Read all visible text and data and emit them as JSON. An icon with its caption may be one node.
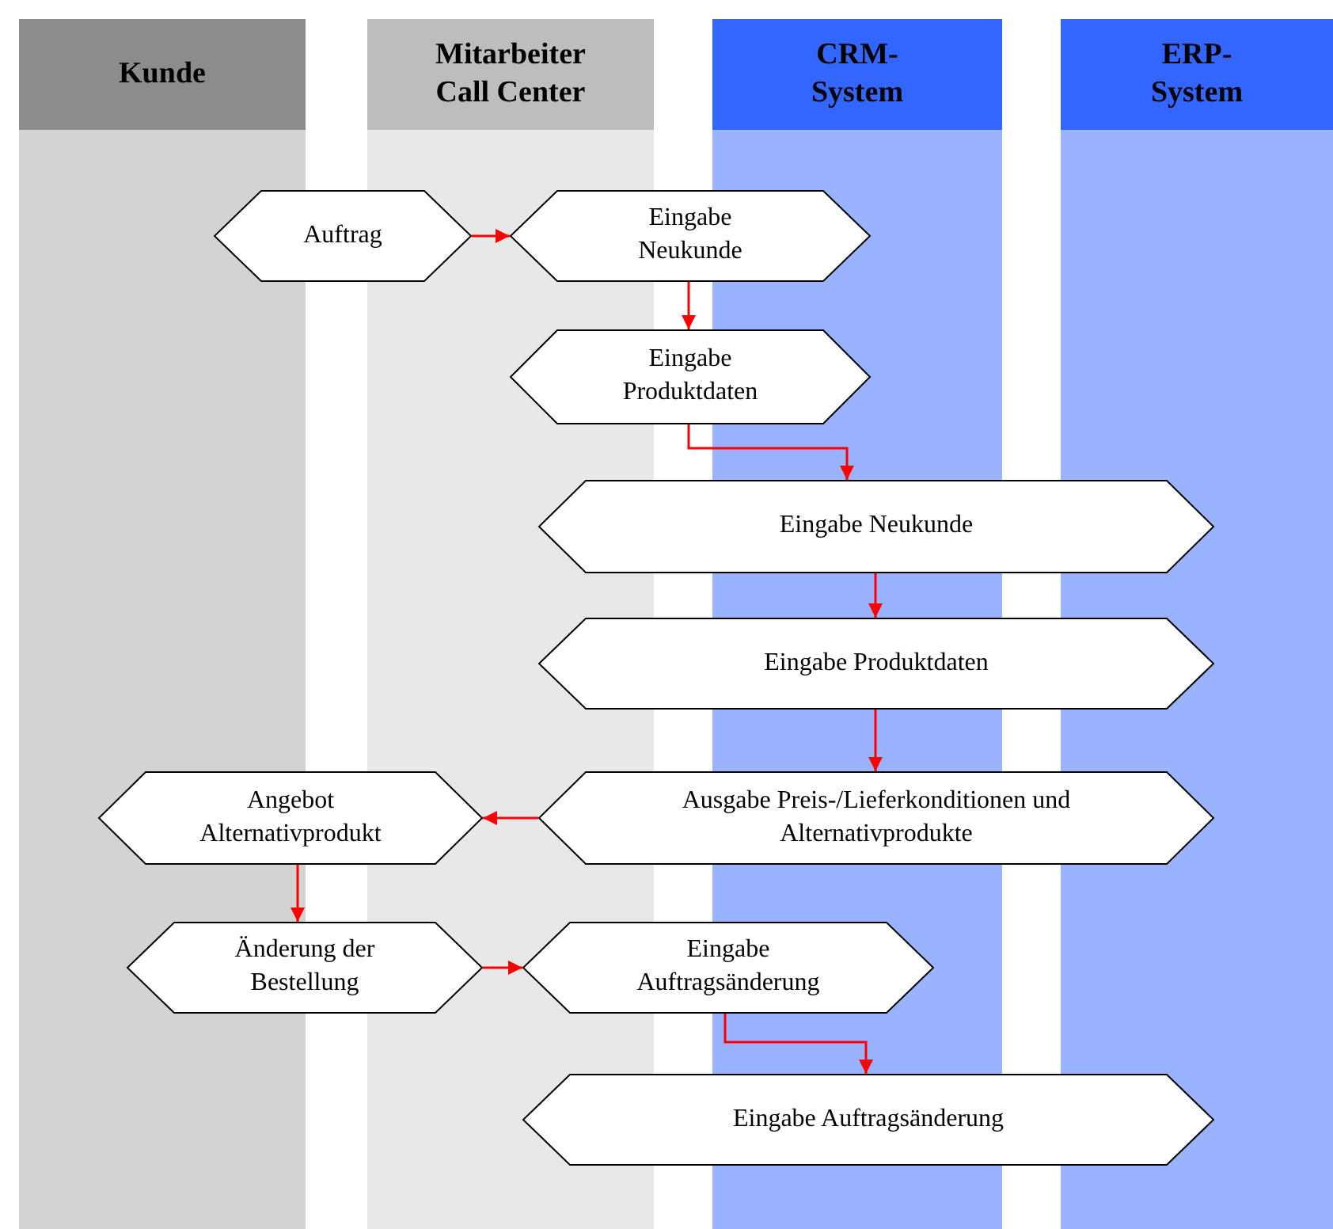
{
  "diagram": {
    "nodes": [
      {
        "text": [
          "Kunde"
        ]
      },
      {
        "text": [
          "Mitarbeiter Call Center"
        ]
      },
      {
        "text": [
          "CRM- System"
        ]
      },
      {
        "text": [
          "ERP- System"
        ]
      },
      {
        "text": [
          "Auftrag"
        ]
      },
      {
        "text": [
          "Eingabe Neukunde"
        ]
      },
      {
        "text": [
          "Eingabe Produktdaten"
        ]
      },
      {
        "text": [
          "Eingabe Neukunde"
        ]
      },
      {
        "text": [
          "Eingabe Produktdaten"
        ]
      },
      {
        "text": [
          "Ausgabe Preis-/Lieferkonditionen und Alternativprodukte"
        ]
      },
      {
        "text": [
          "Angebot Alternativprodukt"
        ]
      },
      {
        "text": [
          "Änderung der Bestellung"
        ]
      },
      {
        "text": [
          "Eingabe Auftragsänderung"
        ]
      },
      {
        "text": [
          "Eingabe Auftragsänderung"
        ]
      }
    ],
    "edges": [
      {
        "from": 4,
        "to": 5,
        "arrow": "to"
      },
      {
        "from": 5,
        "to": 6,
        "arrow": "to"
      },
      {
        "from": 6,
        "to": 7,
        "arrow": "to"
      },
      {
        "from": 7,
        "to": 8,
        "arrow": "to"
      },
      {
        "from": 8,
        "to": 9,
        "arrow": "to"
      },
      {
        "from": 9,
        "to": 10,
        "arrow": "to"
      },
      {
        "from": 10,
        "to": 11,
        "arrow": "to"
      },
      {
        "from": 11,
        "to": 12,
        "arrow": "to"
      },
      {
        "from": 12,
        "to": 13,
        "arrow": "to"
      }
    ]
  }
}
